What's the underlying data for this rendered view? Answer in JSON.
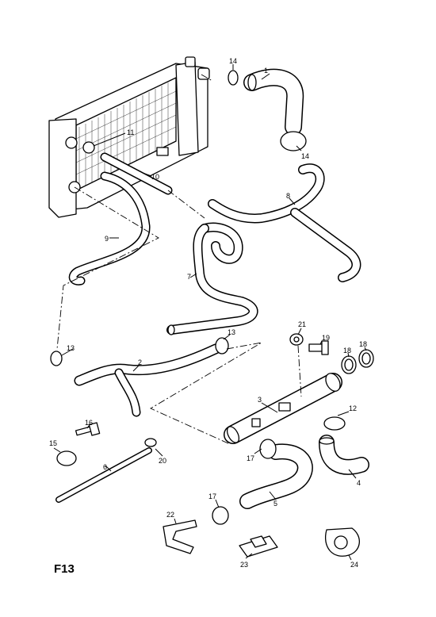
{
  "figure_ref": "F13",
  "callouts": {
    "c1": "1",
    "c2": "2",
    "c3": "3",
    "c4": "4",
    "c5": "5",
    "c6": "6",
    "c7": "7",
    "c8": "8",
    "c9": "9",
    "c10": "10",
    "c11": "11",
    "c12": "12",
    "c13a": "13",
    "c13b": "13",
    "c14a": "14",
    "c14b": "14",
    "c15": "15",
    "c16": "16",
    "c17a": "17",
    "c17b": "17",
    "c18a": "18",
    "c18b": "18",
    "c19": "19",
    "c20": "20",
    "c21": "21",
    "c22": "22",
    "c23": "23",
    "c24": "24"
  }
}
